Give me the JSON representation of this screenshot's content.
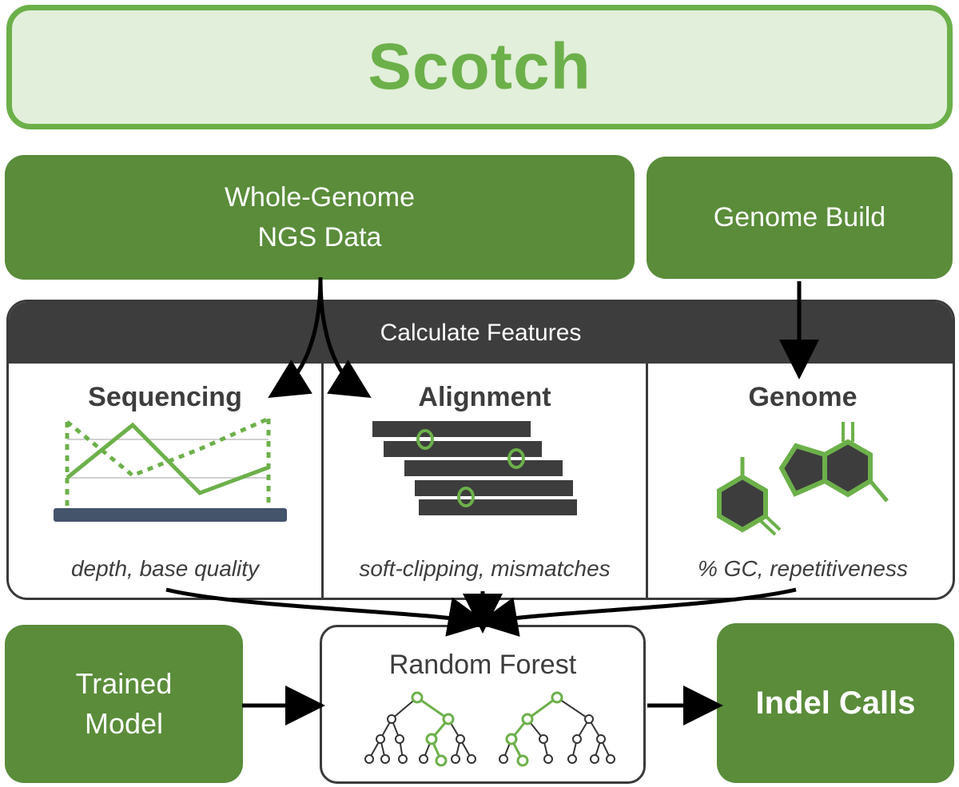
{
  "title": "Scotch",
  "inputs": {
    "ngs_line1": "Whole-Genome",
    "ngs_line2": "NGS Data",
    "genome_build": "Genome Build"
  },
  "features": {
    "header": "Calculate Features",
    "sections": [
      {
        "title": "Sequencing",
        "caption": "depth, base quality",
        "icon": "sequencing-chart-icon"
      },
      {
        "title": "Alignment",
        "caption": "soft-clipping, mismatches",
        "icon": "read-alignment-icon"
      },
      {
        "title": "Genome",
        "caption": "% GC, repetitiveness",
        "icon": "nucleotide-molecule-icon"
      }
    ]
  },
  "model": {
    "trained_line1": "Trained",
    "trained_line2": "Model",
    "random_forest": "Random Forest",
    "output": "Indel Calls"
  },
  "colors": {
    "accent_green": "#6cb04a",
    "dark_green": "#5a8c3a",
    "light_green": "#e2efda",
    "dark_gray": "#3d3d3d",
    "navy": "#44546a"
  }
}
